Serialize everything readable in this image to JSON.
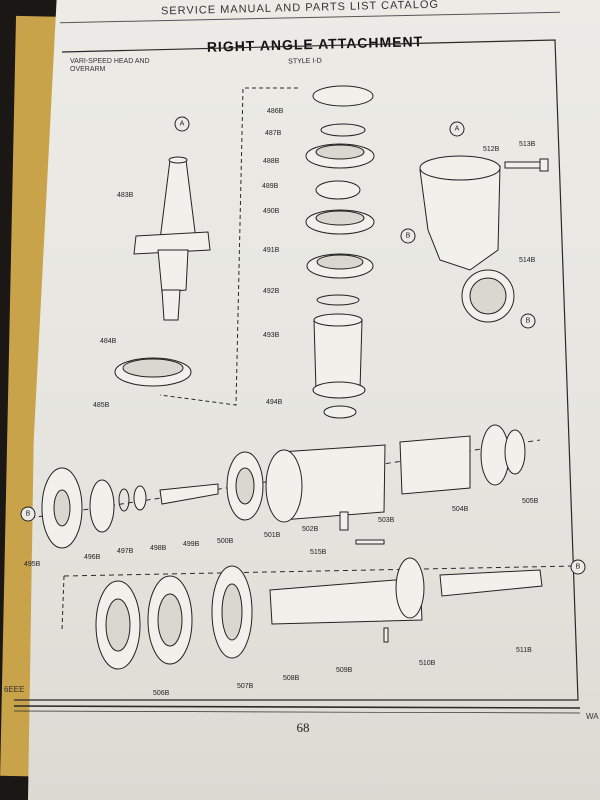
{
  "header": {
    "catalog_title": "SERVICE MANUAL AND PARTS LIST CATALOG"
  },
  "top_left_label": "VARI-SPEED HEAD AND OVERARM",
  "title": "RIGHT ANGLE ATTACHMENT",
  "subtitle": "STYLE I-D",
  "page_number": "68",
  "bottom_left_text": "6EEE",
  "bottom_right_text": "WA",
  "reference_markers": {
    "a": "A",
    "b": "B"
  },
  "part_labels": {
    "p483": "483B",
    "p484": "484B",
    "p485": "485B",
    "p486": "486B",
    "p487": "487B",
    "p488": "488B",
    "p489": "489B",
    "p490": "490B",
    "p491": "491B",
    "p492": "492B",
    "p493": "493B",
    "p494": "494B",
    "p495": "495B",
    "p496": "496B",
    "p497": "497B",
    "p498": "498B",
    "p499": "499B",
    "p500": "500B",
    "p501": "501B",
    "p502": "502B",
    "p503": "503B",
    "p504": "504B",
    "p505": "505B",
    "p506": "506B",
    "p507": "507B",
    "p508": "508B",
    "p509": "509B",
    "p510": "510B",
    "p511": "511B",
    "p512": "512B",
    "p513": "513B",
    "p514": "514B",
    "p515": "515B"
  },
  "colors": {
    "paper": "#e8e7e1",
    "ink": "#222222",
    "page_edge": "#c9a34a",
    "background": "#1a1714"
  }
}
